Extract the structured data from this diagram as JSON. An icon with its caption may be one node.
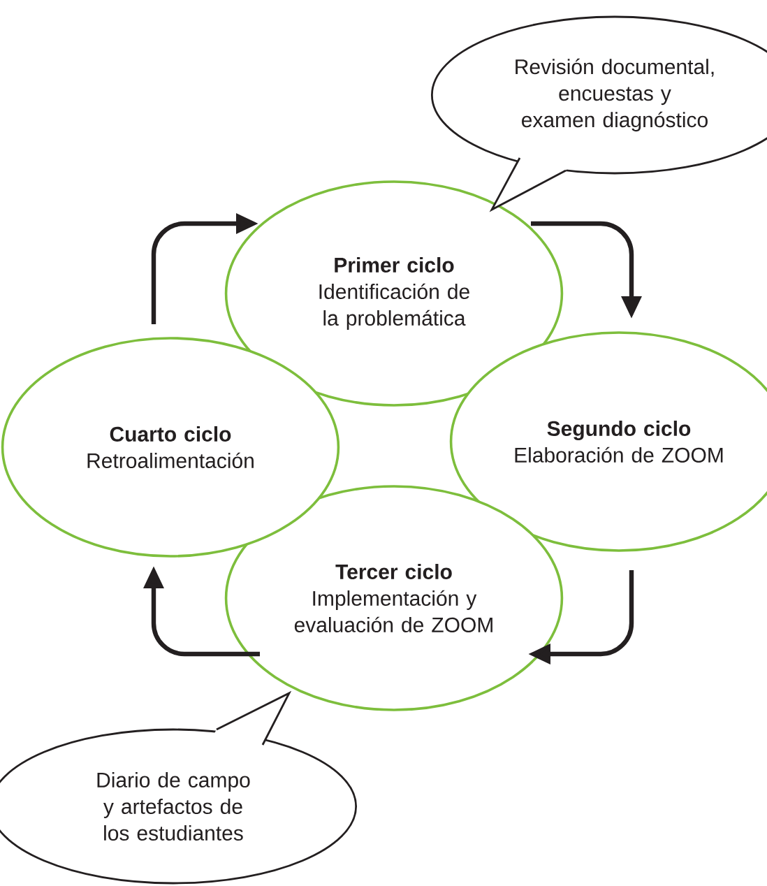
{
  "diagram": {
    "nodes": [
      {
        "text": [
          "Primer ciclo",
          "Identificación de la problemática"
        ]
      },
      {
        "text": [
          "Segundo ciclo",
          "Elaboración de ZOOM"
        ]
      },
      {
        "text": [
          "Tercer ciclo",
          "Implementación y evaluación de ZOOM"
        ]
      },
      {
        "text": [
          "Cuarto ciclo",
          "Retroalimentación"
        ]
      },
      {
        "text": [
          "Revisión documental, encuestas y examen diagnóstico"
        ]
      },
      {
        "text": [
          "Diario de campo y artefactos de los estudiantes"
        ]
      }
    ],
    "edges": [
      {
        "from": 0,
        "to": 1,
        "arrow": "to"
      },
      {
        "from": 1,
        "to": 2,
        "arrow": "to"
      },
      {
        "from": 2,
        "to": 3,
        "arrow": "to"
      },
      {
        "from": 3,
        "to": 0,
        "arrow": "to"
      }
    ]
  }
}
